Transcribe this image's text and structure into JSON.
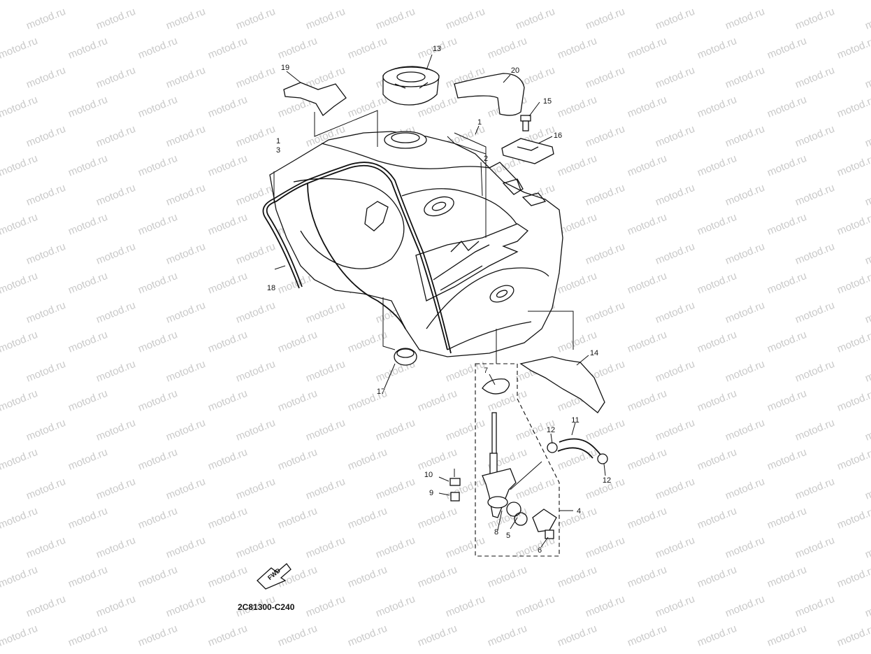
{
  "watermark": "motod.ru",
  "diagram_code": "2C81300-C240",
  "direction_label": "FWD",
  "callouts": {
    "c1": "1",
    "c1_3_top": "1",
    "c1_3_bottom": "3",
    "c2": "2",
    "c4": "4",
    "c5": "5",
    "c6": "6",
    "c7": "7",
    "c8": "8",
    "c9": "9",
    "c10": "10",
    "c11": "11",
    "c12a": "12",
    "c12b": "12",
    "c13": "13",
    "c14": "14",
    "c15": "15",
    "c16": "16",
    "c17": "17",
    "c18": "18",
    "c19": "19",
    "c20": "20"
  }
}
